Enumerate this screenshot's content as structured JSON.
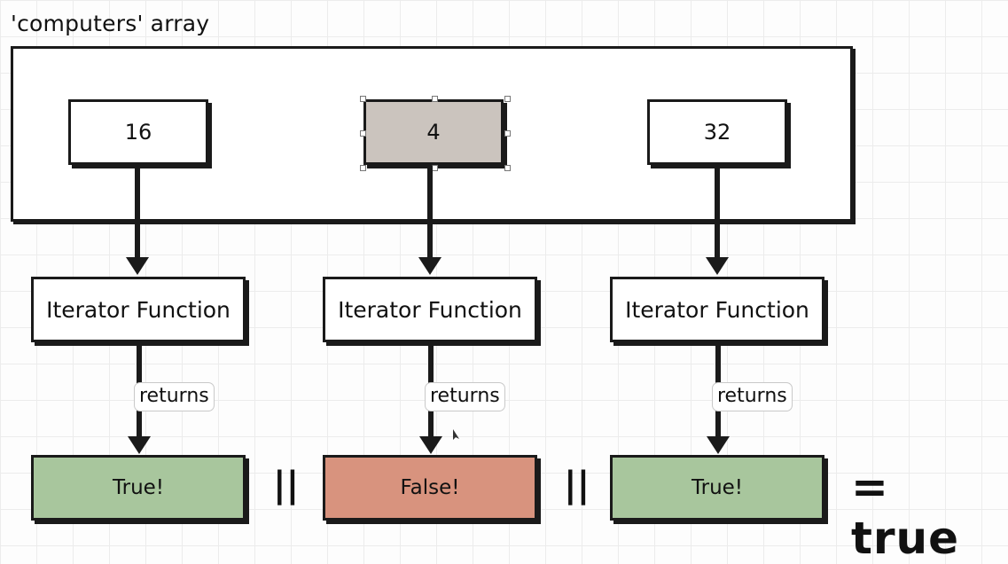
{
  "diagram": {
    "title": "'computers' array",
    "elements": [
      {
        "value": "16",
        "iterator_label": "Iterator Function",
        "returns_label": "returns",
        "result": "True!",
        "result_state": "true"
      },
      {
        "value": "4",
        "iterator_label": "Iterator Function",
        "returns_label": "returns",
        "result": "False!",
        "result_state": "false"
      },
      {
        "value": "32",
        "iterator_label": "Iterator Function",
        "returns_label": "returns",
        "result": "True!",
        "result_state": "true"
      }
    ],
    "operators": [
      "||",
      "||"
    ],
    "equals_text": "= true",
    "colors": {
      "true_fill": "#a8c69d",
      "false_fill": "#d8937e",
      "selected_fill": "#cbc4be",
      "stroke": "#1a1a1a"
    }
  }
}
